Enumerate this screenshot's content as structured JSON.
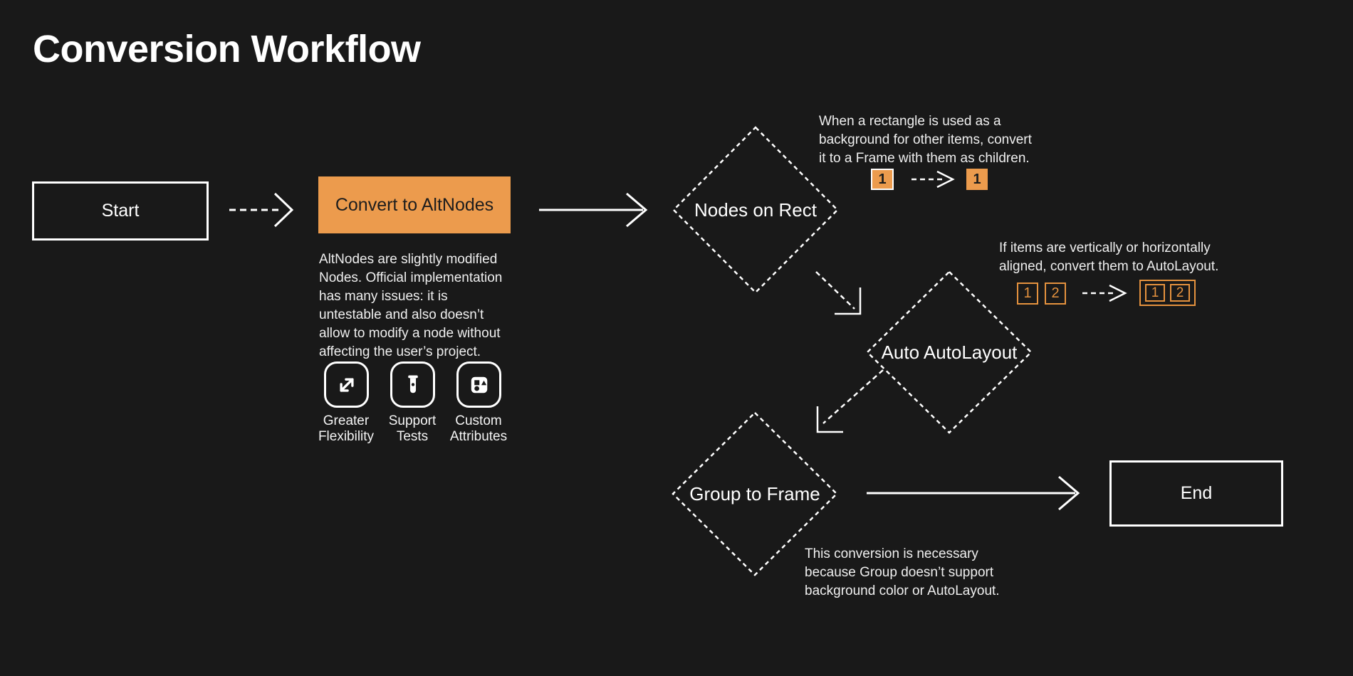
{
  "canvas": {
    "title": "Conversion Workflow",
    "background_color": "#191919",
    "accent_orange": "#EC9B4D",
    "outline_orange": "#E5923E",
    "node_border_color": "#FFFFFF",
    "text_color": "#F1F1F1"
  },
  "nodes": {
    "start": {
      "label": "Start"
    },
    "convert": {
      "label": "Convert to AltNodes",
      "description": [
        "AltNodes are slightly modified",
        "Nodes. Official implementation",
        "has many issues: it is",
        "untestable and also doesn’t",
        "allow to modify a node without",
        "affecting the user’s project."
      ],
      "features": [
        {
          "icon": "expand-arrows-icon",
          "label": [
            "Greater",
            "Flexibility"
          ]
        },
        {
          "icon": "test-tube-icon",
          "label": [
            "Support",
            "Tests"
          ]
        },
        {
          "icon": "shapes-icon",
          "label": [
            "Custom",
            "Attributes"
          ]
        }
      ]
    },
    "nodes_on_rect": {
      "label": "Nodes on Rect",
      "note": [
        "When a rectangle is used as a",
        "background for other items, convert",
        "it to a Frame with them as children."
      ],
      "example": {
        "before": "1",
        "after": "1"
      }
    },
    "auto_autolayout": {
      "label": "Auto AutoLayout",
      "note": [
        "If items are vertically or horizontally",
        "aligned, convert them to AutoLayout."
      ],
      "example": {
        "before": [
          "1",
          "2"
        ],
        "after": [
          "1",
          "2"
        ]
      }
    },
    "group_to_frame": {
      "label": "Group to Frame",
      "note": [
        "This conversion is necessary",
        "because Group doesn’t support",
        "background color or AutoLayout."
      ]
    },
    "end": {
      "label": "End"
    }
  }
}
